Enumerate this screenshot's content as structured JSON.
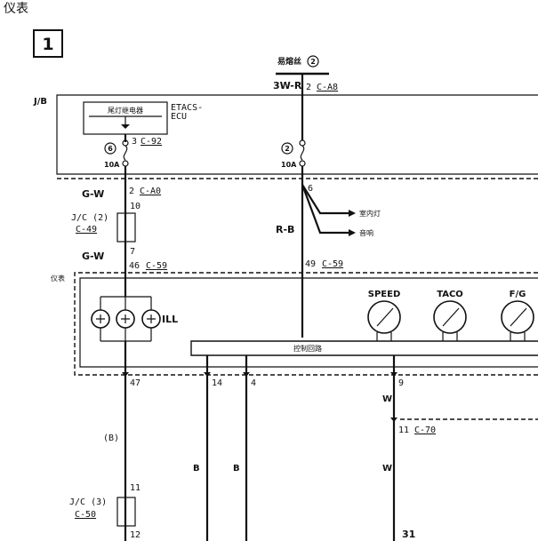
{
  "header": {
    "section_title": "仪表",
    "panel_number": "1"
  },
  "colors": {
    "ink": "#111111",
    "background": "#ffffff"
  },
  "top_fuse": {
    "label": "易熔丝",
    "fuse_no": "2",
    "wire": "3W-R",
    "pin": "2",
    "connector": "C-A8"
  },
  "jb": {
    "label": "J/B",
    "relay_label": "尾灯继电器",
    "ecu_label_line1": "ETACS-",
    "ecu_label_line2": "ECU",
    "fuse_left_no": "6",
    "fuse_left_pin": "3",
    "fuse_left_connector": "C-92",
    "fuse_left_amp": "10A",
    "fuse_right_no": "2",
    "fuse_right_amp": "10A"
  },
  "left_branch": {
    "wire1": "G-W",
    "pin1": "2",
    "connector1": "C-A0",
    "jc2_pin_top": "10",
    "jc2_label": "J/C (2)",
    "jc2_connector": "C-49",
    "jc2_pin_bottom": "7",
    "wire2": "G-W",
    "pin2": "46",
    "connector2": "C-59"
  },
  "right_branch": {
    "pin": "6",
    "out1_label": "室内灯",
    "out2_label": "音响",
    "wire": "R-B",
    "pin_bottom": "49",
    "connector": "C-59"
  },
  "cluster": {
    "label": "仪表",
    "ill_label": "ILL",
    "gauges": [
      "SPEED",
      "TACO",
      "F/G"
    ],
    "control_circuit_label": "控制回路"
  },
  "bottom": {
    "pin47": "47",
    "pin14": "14",
    "pin4": "4",
    "pin9": "9",
    "wire_b_paren": "(B)",
    "wire_b1": "B",
    "wire_b2": "B",
    "wire_w1": "W",
    "wire_w2": "W",
    "pin11_right": "11",
    "connector_right": "C-70",
    "jc3_pin_top": "11",
    "jc3_label": "J/C (3)",
    "jc3_connector": "C-50",
    "jc3_pin_bottom": "12",
    "pin31": "31"
  }
}
